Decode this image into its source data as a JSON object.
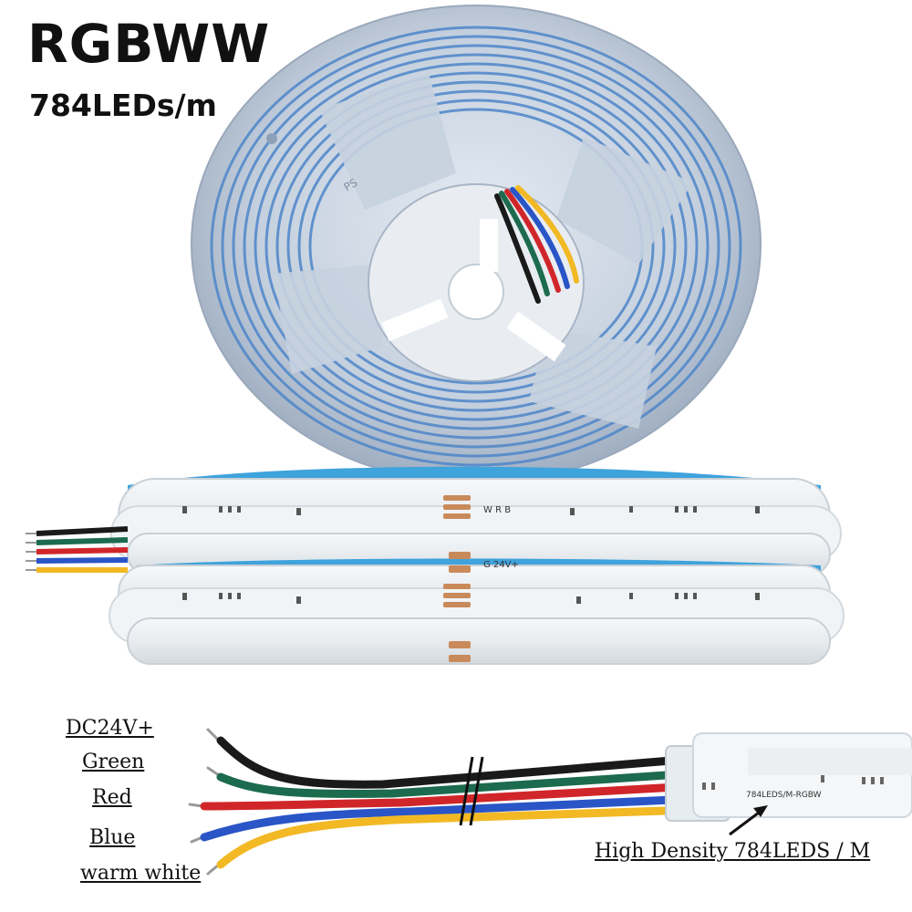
{
  "header": {
    "title": "RGBWW",
    "subtitle": "784LEDs/m"
  },
  "wire_labels": [
    "DC24V+",
    "Green",
    "Red",
    "Blue",
    "warm white"
  ],
  "density_label": "High Density 784LEDS / M",
  "strip_markings": {
    "pad_top": "W R B",
    "pad_bottom": "G 24V+",
    "small_print": "784LEDS/M-RGBW",
    "spool_mark": "PS"
  },
  "colors": {
    "black_wire": "#1a1a1a",
    "green_wire": "#1c6b4f",
    "red_wire": "#d0262a",
    "blue_wire": "#2a55c7",
    "warm_white_wire": "#f2b925",
    "spool": "#b9c7d8",
    "strip_blue": "#3fa3dc",
    "pad": "#c98a5a"
  }
}
